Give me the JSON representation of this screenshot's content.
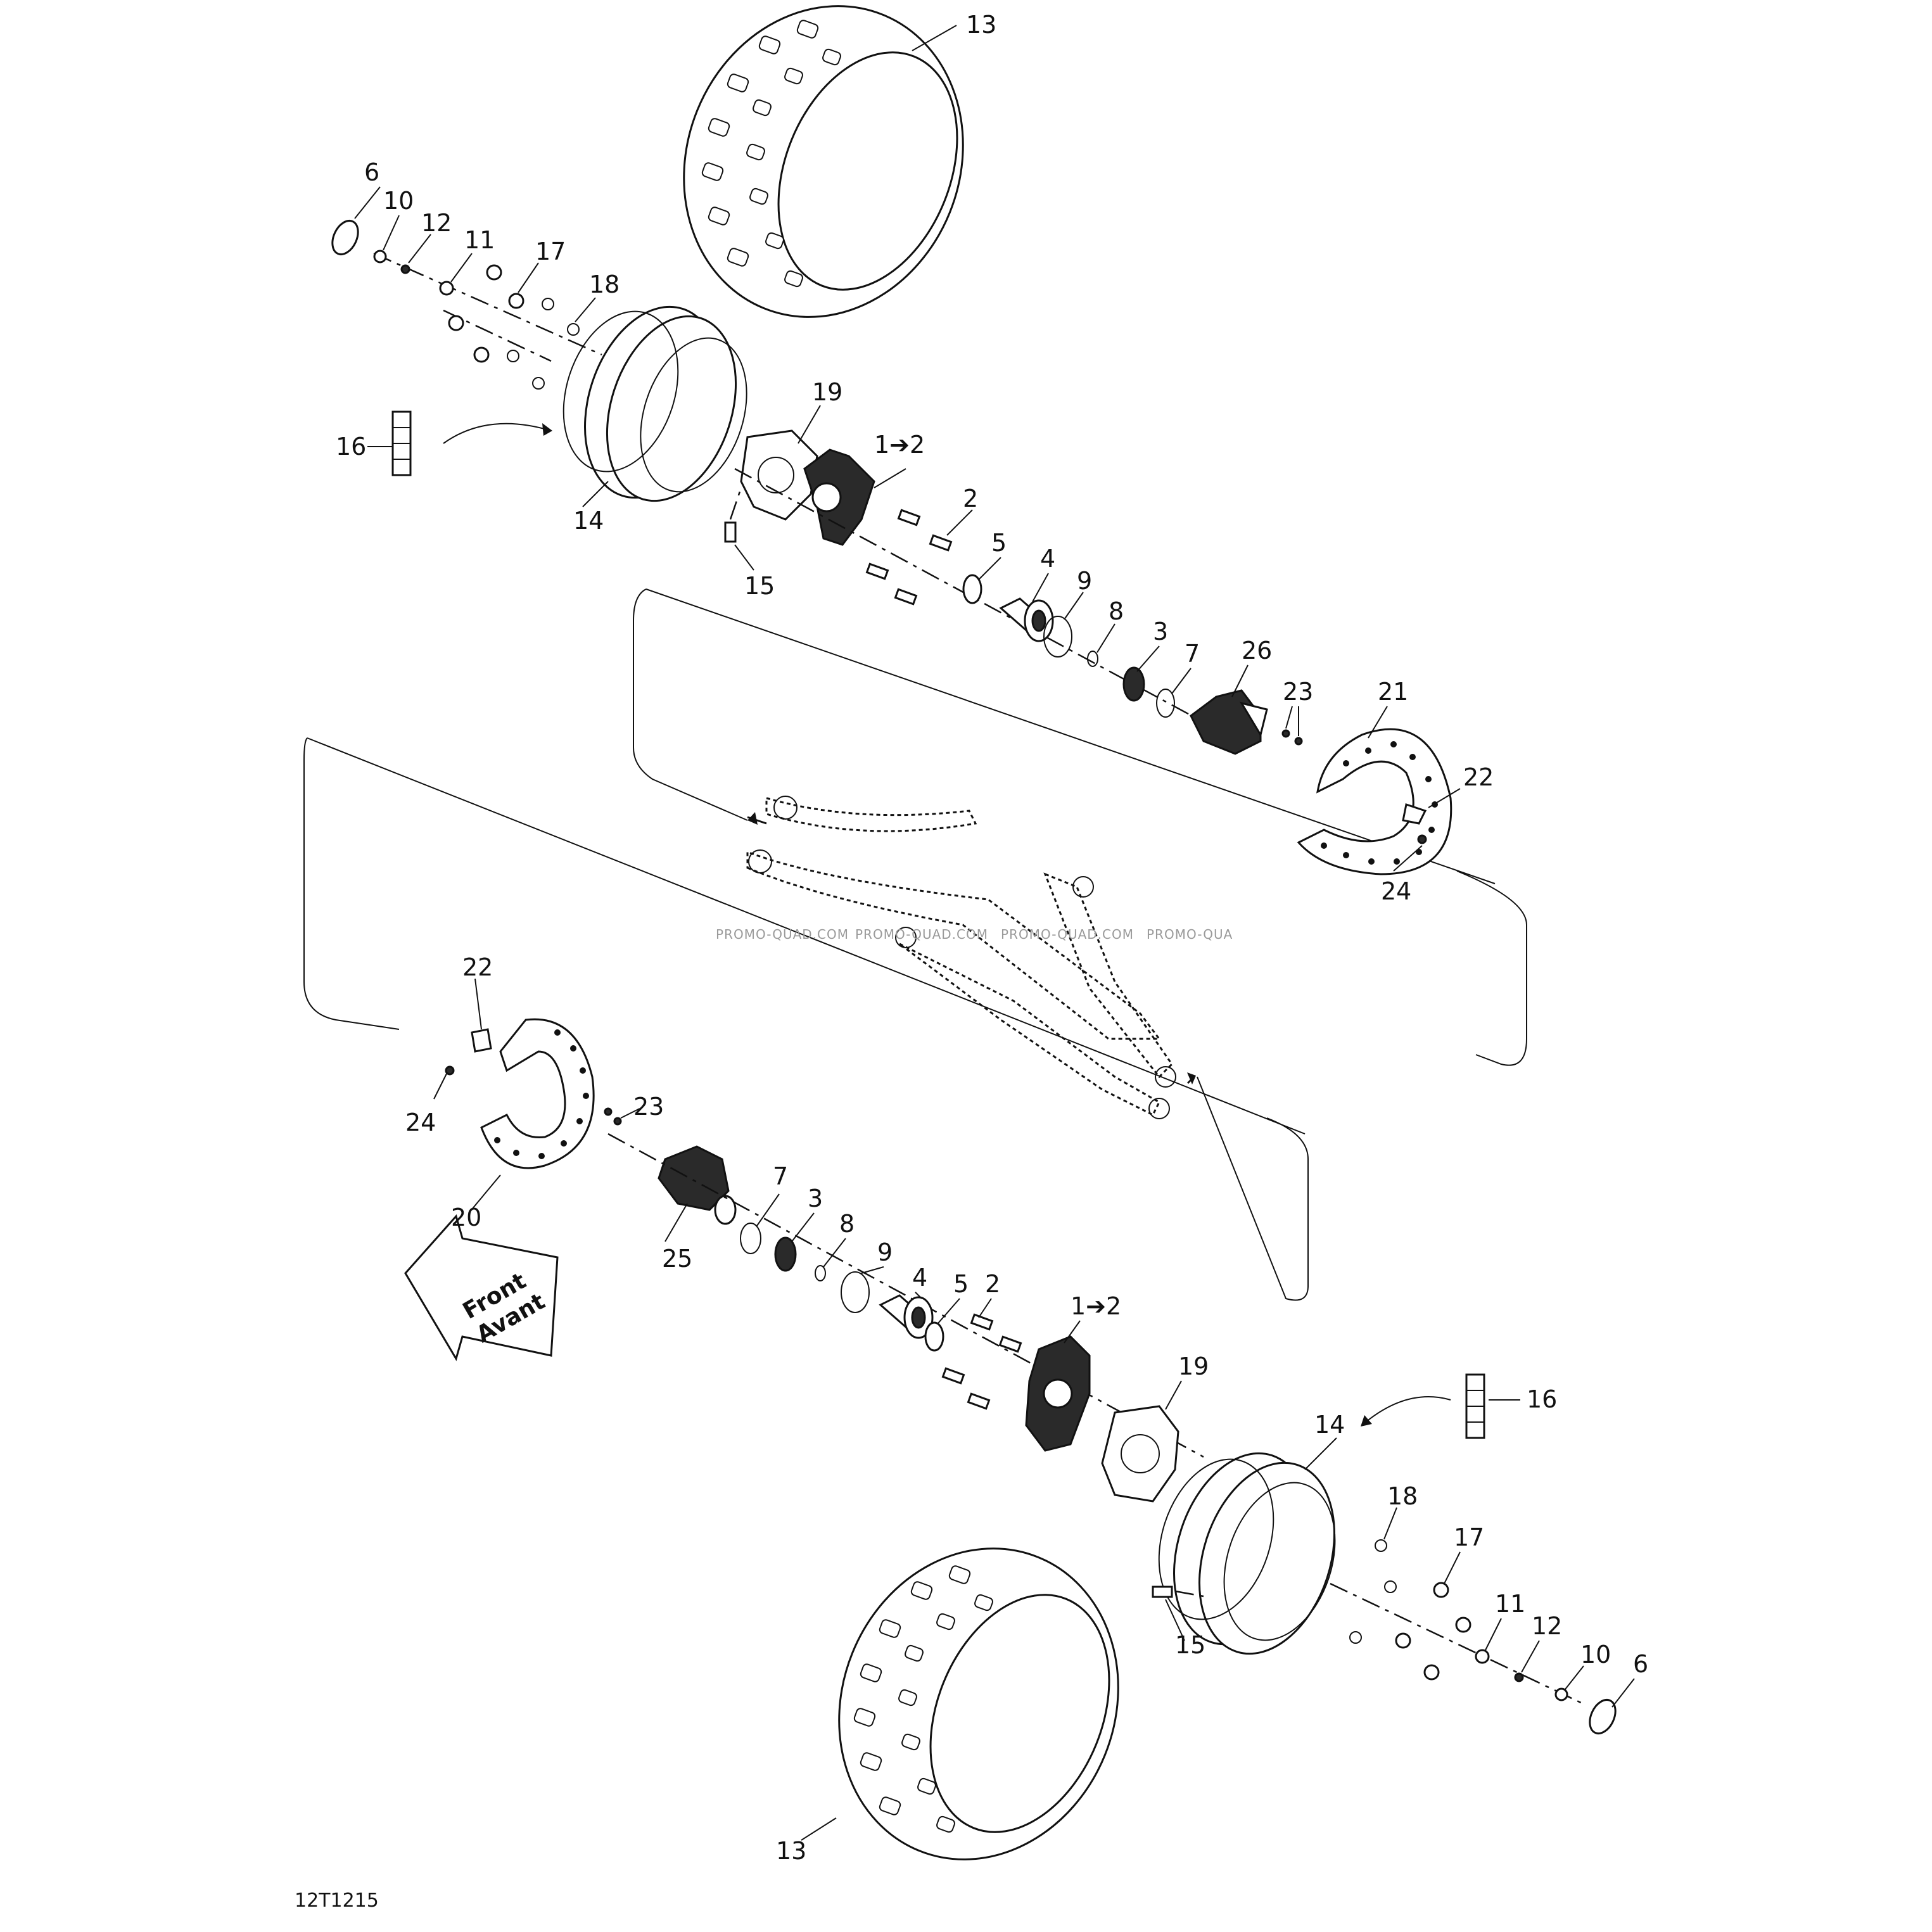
{
  "drawing_code": "12T1215",
  "direction_arrow": {
    "line1": "Front",
    "line2": "Avant"
  },
  "watermark": [
    "PROMO-QUAD.COM",
    "PROMO-QUAD.COM",
    "PROMO-QUAD.COM",
    "PROMO-QUA"
  ],
  "callouts": {
    "top": {
      "c13": "13",
      "c6": "6",
      "c10": "10",
      "c12": "12",
      "c11": "11",
      "c17": "17",
      "c18": "18",
      "c19": "19",
      "c1to2": "1➔2",
      "c2": "2",
      "c16": "16",
      "c14": "14",
      "c15": "15",
      "c5": "5",
      "c4": "4",
      "c9": "9",
      "c8": "8",
      "c3": "3",
      "c7": "7",
      "c26": "26",
      "c23": "23",
      "c21": "21",
      "c22": "22",
      "c24": "24"
    },
    "bottom": {
      "c22": "22",
      "c24": "24",
      "c23": "23",
      "c20": "20",
      "c7": "7",
      "c3": "3",
      "c8": "8",
      "c25": "25",
      "c9": "9",
      "c4": "4",
      "c5": "5",
      "c2": "2",
      "c1to2": "1➔2",
      "c19": "19",
      "c16": "16",
      "c14": "14",
      "c18": "18",
      "c17": "17",
      "c11": "11",
      "c12": "12",
      "c10": "10",
      "c6": "6",
      "c15": "15",
      "c13": "13"
    }
  }
}
